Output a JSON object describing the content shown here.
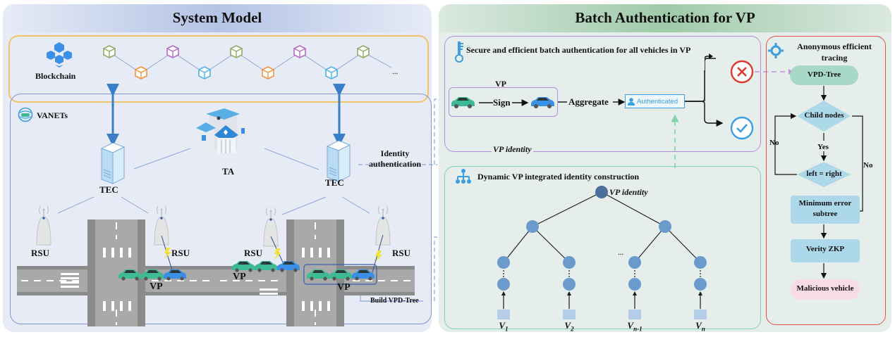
{
  "system_model": {
    "title": "System Model",
    "blockchain": {
      "label": "Blockchain",
      "ellipsis": "...",
      "block_colors": [
        "#8faa62",
        "#f2923a",
        "#b36ac2",
        "#4db3e8",
        "#8faa62",
        "#f2923a",
        "#b36ac2",
        "#4db3e8",
        "#8faa62"
      ]
    },
    "vanets": {
      "label": "VANETs",
      "ta_label": "TA",
      "tec_labels": [
        "TEC",
        "TEC"
      ],
      "rsu_labels": [
        "RSU",
        "RSU",
        "RSU",
        "RSU"
      ],
      "vp_labels": [
        "VP",
        "VP",
        "VP"
      ],
      "identity_auth_label": [
        "Identity",
        "authentication"
      ],
      "build_tree_label": "Build VPD-Tree"
    }
  },
  "batch_auth": {
    "title": "Batch Authentication for VP",
    "secure_box": {
      "title": "Secure and efficient batch authentication for all vehicles in VP",
      "vp_label": "VP",
      "sign_label": "Sign",
      "aggregate_label": "Aggregate",
      "authenticated_label": "Authenticated",
      "vp_identity_label": "VP identity"
    },
    "dynamic_box": {
      "title": "Dynamic VP integrated identity construction",
      "root_label": "VP identity",
      "ellipsis": "...",
      "leaf_labels": [
        {
          "base": "V",
          "sub": "1"
        },
        {
          "base": "V",
          "sub": "2"
        },
        {
          "base": "V",
          "sub": "n-1"
        },
        {
          "base": "V",
          "sub": "n"
        }
      ]
    },
    "tracing": {
      "title": [
        "Anonymous efficient",
        "tracing"
      ],
      "vpd_tree": "VPD-Tree",
      "child_nodes": "Child nodes",
      "yes": "Yes",
      "no_left": "No",
      "no_right": "No",
      "left_right": "left = right",
      "min_error": [
        "Minimum error",
        "subtree"
      ],
      "verify_zkp": "Verity ZKP",
      "malicious": "Malicious vehicle"
    }
  },
  "colors": {
    "panel_left_bg": "#e6ebf6",
    "panel_right_bg": "#e5eeea",
    "blockchain_border": "#f0c46a",
    "vanets_border": "#7f97cc",
    "secure_border": "#b98ddc",
    "dynamic_border": "#7fd3ad",
    "tracing_border": "#e8504a",
    "node_blue": "#6a9bcc",
    "root_blue": "#4a6f9a",
    "leaf_box": "#b4cde8",
    "car_green": "#3dbb94",
    "car_blue": "#3a8fe6",
    "flow_teal": "#a8d8c8",
    "flow_blue": "#add8ea",
    "flow_pink": "#f9dbe3",
    "reject_red": "#dd3a2e",
    "accept_blue": "#3a9ee0"
  }
}
